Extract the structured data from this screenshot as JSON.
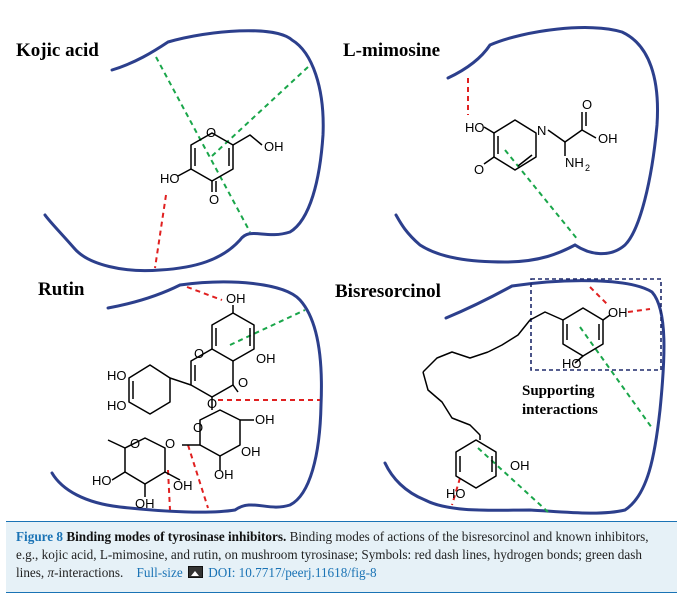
{
  "panels": {
    "kojic": {
      "title": "Kojic acid",
      "atoms": {
        "ho": "HO",
        "o_ring": "O",
        "o_keto": "O",
        "oh": "OH"
      }
    },
    "mimosine": {
      "title": "L-mimosine",
      "atoms": {
        "ho": "HO",
        "o_keto": "O",
        "n": "N",
        "o_acid": "O",
        "oh": "OH",
        "nh2_n": "NH",
        "nh2_sub": "2"
      }
    },
    "rutin": {
      "title": "Rutin",
      "atoms": {
        "oh_top": "OH",
        "oh_5": "OH",
        "o_pyran": "O",
        "o_keto": "O",
        "ho_3p": "HO",
        "ho_4p": "HO",
        "o_link": "O",
        "o_glc": "O",
        "oh_g1": "OH",
        "oh_g2": "OH",
        "oh_g3": "OH",
        "o_bridge": "O",
        "o_rha": "O",
        "ho_r1": "HO",
        "oh_r2": "OH",
        "oh_r3": "OH"
      }
    },
    "bisresorcinol": {
      "title": "Bisresorcinol",
      "atoms": {
        "oh_top": "OH",
        "ho_top": "HO",
        "oh_bot": "OH",
        "ho_bot": "HO"
      },
      "support_line1": "Supporting",
      "support_line2": "interactions"
    }
  },
  "caption": {
    "figure_label": "Figure 8",
    "title": "Binding modes of tyrosinase inhibitors.",
    "body_1": "Binding modes of actions of the bisresorcinol and known inhibitors, e.g., kojic acid, L-mimosine, and rutin, on mushroom tyrosinase; Symbols: red dash lines, hydrogen bonds; green dash lines, ",
    "pi": "π",
    "body_2": "-interactions.",
    "fullsize_label": "Full-size",
    "doi_label": "DOI: 10.7717/peerj.11618/fig-8"
  },
  "colors": {
    "pocket": "#2c3f8c",
    "hbond": "#e02020",
    "pi": "#1aa64a",
    "support_box": "#1e2a6b",
    "caption_bg": "#e6f1f7",
    "caption_accent": "#1a73b5"
  }
}
